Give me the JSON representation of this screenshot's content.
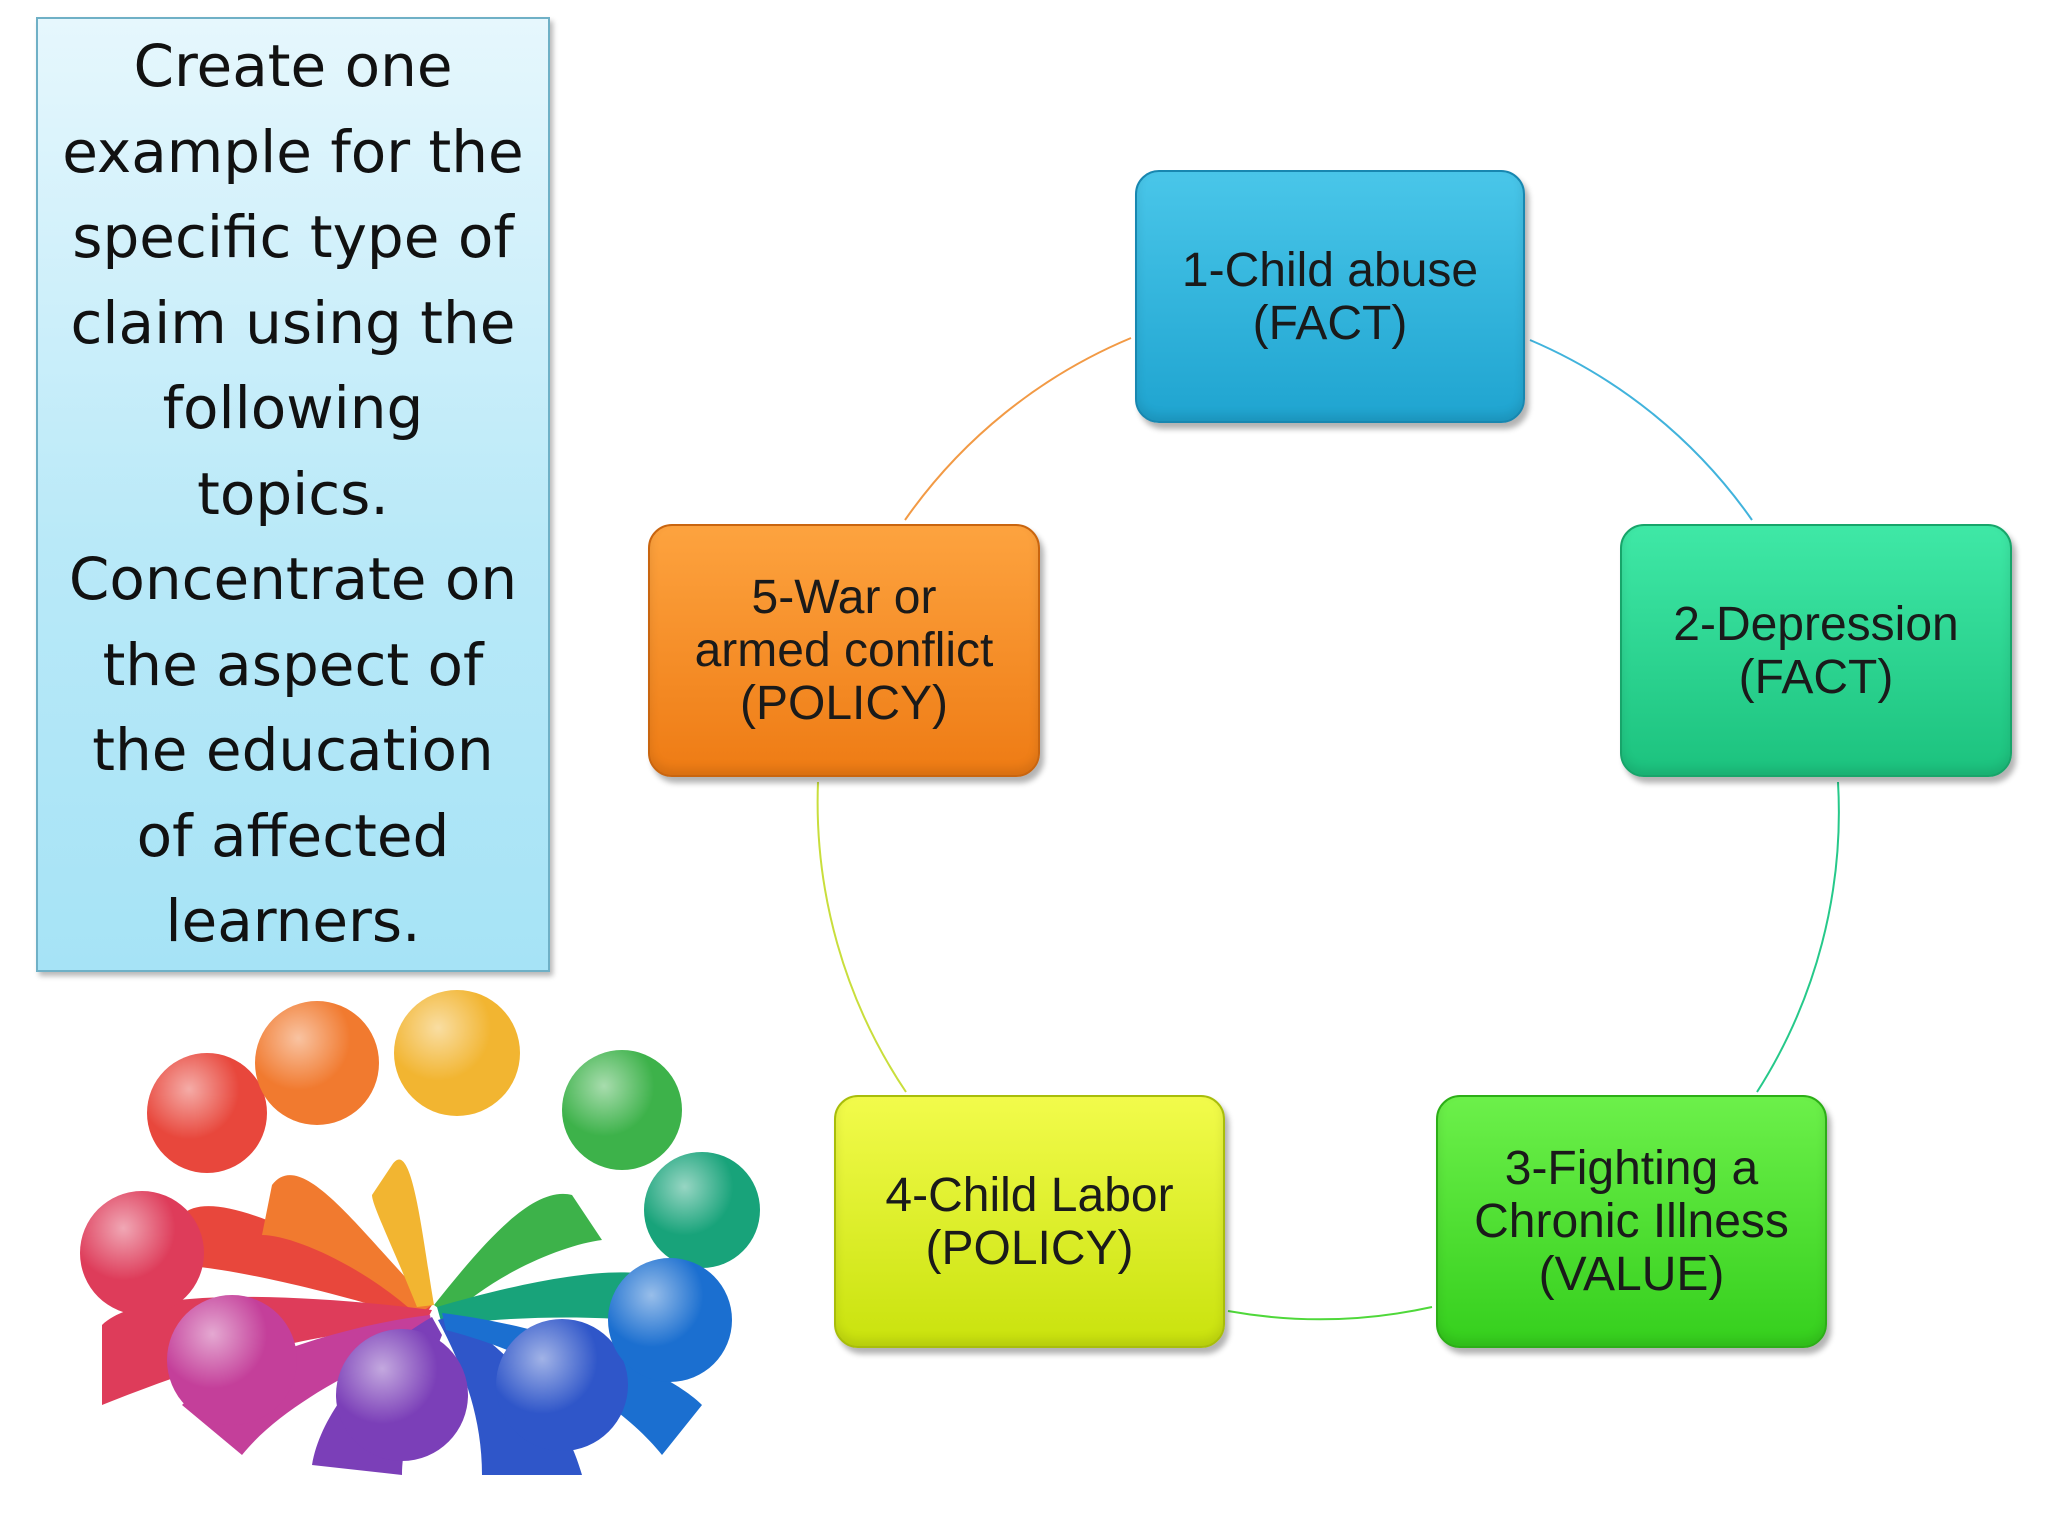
{
  "instruction": {
    "lines": [
      "Create one",
      "example for the",
      "specific type of",
      "claim using the",
      "following",
      "topics.",
      "Concentrate on",
      "the aspect of",
      "the education",
      "of affected",
      "learners."
    ]
  },
  "cycle": {
    "nodes": [
      {
        "lines": [
          "1-Child abuse",
          "(FACT)"
        ],
        "color": "#2bb2dc"
      },
      {
        "lines": [
          "2-Depression",
          "(FACT)"
        ],
        "color": "#26d38e"
      },
      {
        "lines": [
          "3-Fighting a",
          "Chronic Illness",
          "(VALUE)"
        ],
        "color": "#46dd2c"
      },
      {
        "lines": [
          "4-Child Labor",
          "(POLICY)"
        ],
        "color": "#dcef1c"
      },
      {
        "lines": [
          "5-War or",
          "armed conflict",
          "(POLICY)"
        ],
        "color": "#f58b24"
      }
    ],
    "connector_colors": [
      "#41b3dc",
      "#26c98a",
      "#4fd83a",
      "#c9de3c",
      "#f29a45"
    ]
  },
  "illustration": {
    "name": "people-circle-teamwork-icon",
    "palette": [
      "#e8473c",
      "#f17a2f",
      "#f2b531",
      "#3db24a",
      "#18a37a",
      "#1b6fd0",
      "#2f56c9",
      "#7b3fb8",
      "#c43f9a",
      "#de3c5a"
    ]
  }
}
